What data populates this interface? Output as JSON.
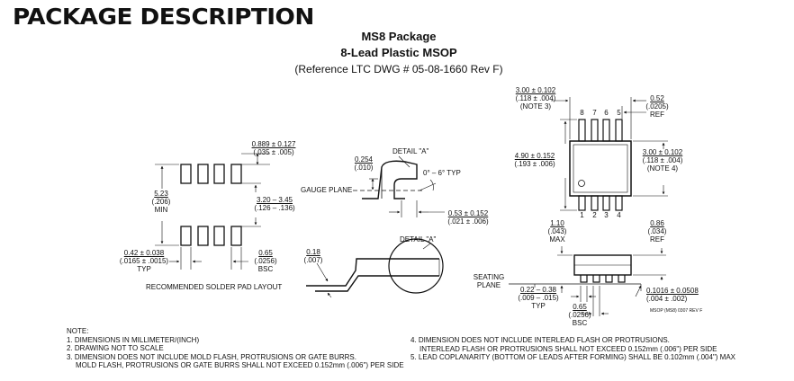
{
  "heading": "PACKAGE DESCRIPTION",
  "title": {
    "line1": "MS8 Package",
    "line2": "8-Lead Plastic MSOP",
    "line3": "(Reference LTC DWG # 05-08-1660 Rev F)"
  },
  "footprint": {
    "pad_width_mm": "0.889 ± 0.127",
    "pad_width_in": "(.035 ± .005)",
    "span_value": "5.23",
    "span_in": "(.206)",
    "span_min": "MIN",
    "row_spacing_mm": "3.20 – 3.45",
    "row_spacing_in": "(.126 – .136)",
    "pad_len_mm": "0.42 ± 0.038",
    "pad_len_in": "(.0165 ± .0015)",
    "pad_len_typ": "TYP",
    "pitch_mm": "0.65",
    "pitch_in": "(.0256)",
    "pitch_bsc": "BSC",
    "caption": "RECOMMENDED SOLDER PAD LAYOUT"
  },
  "detail": {
    "thickness_mm": "0.254",
    "thickness_in": "(.010)",
    "detail_label": "DETAIL \"A\"",
    "angle": "0° – 6° TYP",
    "gauge_plane": "GAUGE PLANE",
    "foot_mm": "0.53 ± 0.152",
    "foot_in": "(.021 ± .006)",
    "lead_mm": "0.18",
    "lead_in": "(.007)",
    "detail_label2": "DETAIL \"A\""
  },
  "top_view": {
    "width_mm": "3.00 ± 0.102",
    "width_in": "(.118 ± .004)",
    "width_note": "(NOTE 3)",
    "lead_width_mm": "0.52",
    "lead_width_in": "(.0205)",
    "lead_width_ref": "REF",
    "body_len_mm": "4.90 ± 0.152",
    "body_len_in": "(.193 ± .006)",
    "side_mm": "3.00 ± 0.102",
    "side_in": "(.118 ± .004)",
    "side_note": "(NOTE 4)",
    "pins_top": [
      "8",
      "7",
      "6",
      "5"
    ],
    "pins_bottom": [
      "1",
      "2",
      "3",
      "4"
    ]
  },
  "side_view": {
    "height_mm": "1.10",
    "height_in": "(.043)",
    "height_max": "MAX",
    "body_mm": "0.86",
    "body_in": "(.034)",
    "body_ref": "REF",
    "seating": "SEATING",
    "plane": "PLANE",
    "lead_mm": "0.22 – 0.38",
    "lead_in": "(.009 – .015)",
    "lead_typ": "TYP",
    "pitch_mm": "0.65",
    "pitch_in": "(.0256)",
    "pitch_bsc": "BSC",
    "standoff_mm": "0.1016 ± 0.0508",
    "standoff_in": "(.004 ± .002)",
    "drawing_code": "MSOP (MS8) 0307 REV F"
  },
  "notes": {
    "label": "NOTE:",
    "left": [
      "1. DIMENSIONS IN MILLIMETER/(INCH)",
      "2. DRAWING NOT TO SCALE",
      "3. DIMENSION DOES NOT INCLUDE MOLD FLASH, PROTRUSIONS OR GATE BURRS.",
      "    MOLD FLASH, PROTRUSIONS OR GATE BURRS SHALL NOT EXCEED 0.152mm (.006\") PER SIDE"
    ],
    "right": [
      "4. DIMENSION DOES NOT INCLUDE INTERLEAD FLASH OR PROTRUSIONS.",
      "    INTERLEAD FLASH OR PROTRUSIONS SHALL NOT EXCEED 0.152mm (.006\") PER SIDE",
      "5. LEAD COPLANARITY (BOTTOM OF LEADS AFTER FORMING) SHALL BE 0.102mm (.004\") MAX"
    ]
  }
}
